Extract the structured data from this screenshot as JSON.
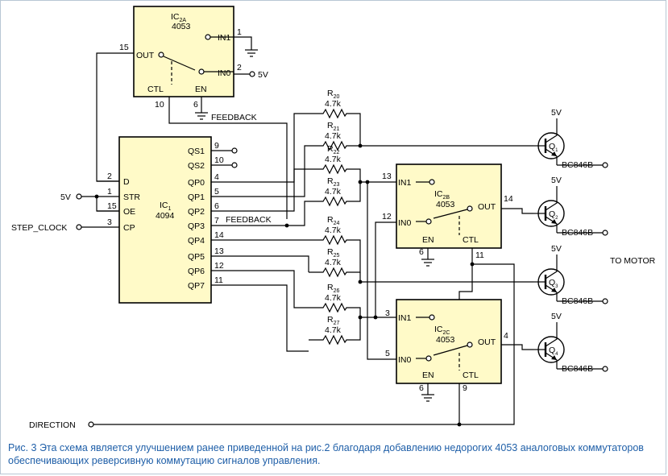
{
  "ic2a": {
    "label": "IC2A",
    "sub": "2A",
    "part": "4053",
    "pins": {
      "out": "OUT",
      "in1": "IN1",
      "in0": "IN0",
      "ctl": "CTL",
      "en": "EN"
    },
    "nums": {
      "out": "15",
      "in1": "1",
      "in0": "2",
      "ctl": "10",
      "en": "6"
    }
  },
  "ic1": {
    "label": "IC1",
    "sub": "1",
    "part": "4094",
    "left_pins": [
      {
        "name": "D",
        "num": "2"
      },
      {
        "name": "STR",
        "num": "1"
      },
      {
        "name": "OE",
        "num": "15"
      },
      {
        "name": "CP",
        "num": "3"
      }
    ],
    "right_pins": [
      {
        "name": "QS1",
        "num": "9"
      },
      {
        "name": "QS2",
        "num": "10"
      },
      {
        "name": "QP0",
        "num": "4"
      },
      {
        "name": "QP1",
        "num": "5"
      },
      {
        "name": "QP2",
        "num": "6"
      },
      {
        "name": "QP3",
        "num": "7"
      },
      {
        "name": "QP4",
        "num": "14"
      },
      {
        "name": "QP5",
        "num": "13"
      },
      {
        "name": "QP6",
        "num": "12"
      },
      {
        "name": "QP7",
        "num": "11"
      }
    ]
  },
  "ic2b": {
    "label": "IC2B",
    "sub": "2B",
    "part": "4053",
    "pins": {
      "in1": "IN1",
      "in0": "IN0",
      "out": "OUT",
      "en": "EN",
      "ctl": "CTL"
    },
    "nums": {
      "in1": "13",
      "in0": "12",
      "out": "14",
      "en": "6",
      "ctl": "11"
    }
  },
  "ic2c": {
    "label": "IC2C",
    "sub": "2C",
    "part": "4053",
    "pins": {
      "in1": "IN1",
      "in0": "IN0",
      "out": "OUT",
      "en": "EN",
      "ctl": "CTL"
    },
    "nums": {
      "in1": "3",
      "in0": "5",
      "out": "4",
      "en": "6",
      "ctl": "9"
    }
  },
  "resistors": [
    {
      "name": "R20",
      "sub": "20",
      "value": "4.7k"
    },
    {
      "name": "R21",
      "sub": "21",
      "value": "4.7k"
    },
    {
      "name": "R22",
      "sub": "22",
      "value": "4.7k"
    },
    {
      "name": "R23",
      "sub": "23",
      "value": "4.7k"
    },
    {
      "name": "R24",
      "sub": "24",
      "value": "4.7k"
    },
    {
      "name": "R25",
      "sub": "25",
      "value": "4.7k"
    },
    {
      "name": "R26",
      "sub": "26",
      "value": "4.7k"
    },
    {
      "name": "R27",
      "sub": "27",
      "value": "4.7k"
    }
  ],
  "transistors": [
    {
      "name": "Q1",
      "sub": "1",
      "part": "BC846B",
      "supply": "5V"
    },
    {
      "name": "Q2",
      "sub": "2",
      "part": "BC846B",
      "supply": "5V"
    },
    {
      "name": "Q3",
      "sub": "3",
      "part": "BC846B",
      "supply": "5V"
    },
    {
      "name": "Q4",
      "sub": "4",
      "part": "BC846B",
      "supply": "5V"
    }
  ],
  "labels": {
    "feedback_top": "FEEDBACK",
    "feedback_qp3": "FEEDBACK",
    "five_v_in0": "5V",
    "five_v_str": "5V",
    "step_clock": "STEP_CLOCK",
    "direction": "DIRECTION",
    "to_motor": "TO MOTOR"
  },
  "caption": "Рис. 3 Эта схема является улучшением ранее приведенной на рис.2 благодаря добавлению недорогих 4053 аналоговых коммутаторов обеспечивающих реверсивную коммутацию сигналов управления.",
  "colors": {
    "chip_fill": "#fffac8",
    "caption": "#1f5fa8",
    "border": "#b8c7d4"
  }
}
